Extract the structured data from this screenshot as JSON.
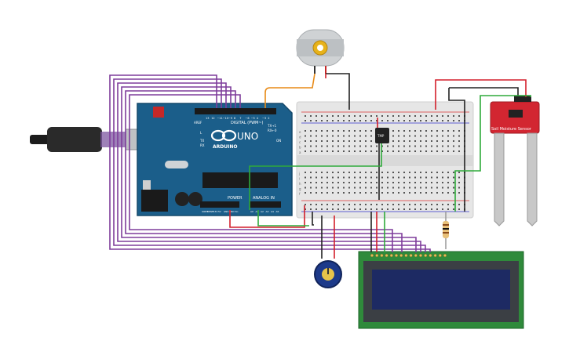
{
  "arduino": {
    "brand": "ARDUINO",
    "model": "UNO",
    "digital_header_label": "DIGITAL (PWM~)",
    "power_label": "POWER",
    "analog_label": "ANALOG IN",
    "aref_label": "AREF",
    "gnd_label": "GND",
    "tx_label": "TX",
    "rx_label": "RX",
    "on_label": "ON",
    "l_label": "L",
    "tx_side": "TX→1",
    "rx_side": "RX←0",
    "digital_pins": [
      "13",
      "12",
      "~11",
      "~10",
      "~9",
      "8",
      "7",
      "~6",
      "~5",
      "4",
      "~3",
      "2"
    ],
    "power_pins": [
      "IOREF",
      "RESET",
      "3.3V",
      "5V",
      "GND",
      "GND",
      "Vin"
    ],
    "analog_pins": [
      "A0",
      "A1",
      "A2",
      "A3",
      "A4",
      "A5"
    ]
  },
  "breadboard": {
    "row_letters_top": [
      "a",
      "b",
      "c",
      "d",
      "e"
    ],
    "row_letters_bottom": [
      "f",
      "g",
      "h",
      "i",
      "j"
    ],
    "column_count": 30
  },
  "transistor": {
    "label": "TMP"
  },
  "sensor": {
    "title": "Soil Moisture Sensor"
  },
  "components": {
    "motor": "dc-motor",
    "potentiometer": "potentiometer",
    "resistor": "resistor",
    "lcd": "lcd-16x2",
    "usb": "usb-cable"
  },
  "colors": {
    "arduino_blue": "#1b5e8a",
    "wire_purple": "#7e3d9b",
    "wire_red": "#d31f2a",
    "wire_black": "#222222",
    "wire_orange": "#e88a17",
    "wire_green": "#2eaa3a",
    "lcd_green": "#2f8a3b",
    "lcd_screen": "#1d2a63",
    "sensor_red": "#d22631"
  }
}
